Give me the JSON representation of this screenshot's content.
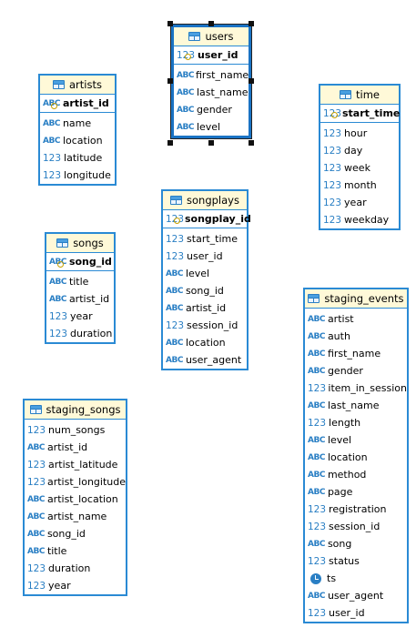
{
  "tables": {
    "users": {
      "title": "users",
      "pk": {
        "type": "123",
        "name": "user_id"
      },
      "columns": [
        {
          "type": "ABC",
          "name": "first_name"
        },
        {
          "type": "ABC",
          "name": "last_name"
        },
        {
          "type": "ABC",
          "name": "gender"
        },
        {
          "type": "ABC",
          "name": "level"
        }
      ]
    },
    "artists": {
      "title": "artists",
      "pk": {
        "type": "ABC",
        "name": "artist_id"
      },
      "columns": [
        {
          "type": "ABC",
          "name": "name"
        },
        {
          "type": "ABC",
          "name": "location"
        },
        {
          "type": "123",
          "name": "latitude"
        },
        {
          "type": "123",
          "name": "longitude"
        }
      ]
    },
    "time": {
      "title": "time",
      "pk": {
        "type": "123",
        "name": "start_time"
      },
      "columns": [
        {
          "type": "123",
          "name": "hour"
        },
        {
          "type": "123",
          "name": "day"
        },
        {
          "type": "123",
          "name": "week"
        },
        {
          "type": "123",
          "name": "month"
        },
        {
          "type": "123",
          "name": "year"
        },
        {
          "type": "123",
          "name": "weekday"
        }
      ]
    },
    "songplays": {
      "title": "songplays",
      "pk": {
        "type": "123",
        "name": "songplay_id"
      },
      "columns": [
        {
          "type": "123",
          "name": "start_time"
        },
        {
          "type": "123",
          "name": "user_id"
        },
        {
          "type": "ABC",
          "name": "level"
        },
        {
          "type": "ABC",
          "name": "song_id"
        },
        {
          "type": "ABC",
          "name": "artist_id"
        },
        {
          "type": "123",
          "name": "session_id"
        },
        {
          "type": "ABC",
          "name": "location"
        },
        {
          "type": "ABC",
          "name": "user_agent"
        }
      ]
    },
    "songs": {
      "title": "songs",
      "pk": {
        "type": "ABC",
        "name": "song_id"
      },
      "columns": [
        {
          "type": "ABC",
          "name": "title"
        },
        {
          "type": "ABC",
          "name": "artist_id"
        },
        {
          "type": "123",
          "name": "year"
        },
        {
          "type": "123",
          "name": "duration"
        }
      ]
    },
    "staging_events": {
      "title": "staging_events",
      "columns": [
        {
          "type": "ABC",
          "name": "artist"
        },
        {
          "type": "ABC",
          "name": "auth"
        },
        {
          "type": "ABC",
          "name": "first_name"
        },
        {
          "type": "ABC",
          "name": "gender"
        },
        {
          "type": "123",
          "name": "item_in_session"
        },
        {
          "type": "ABC",
          "name": "last_name"
        },
        {
          "type": "123",
          "name": "length"
        },
        {
          "type": "ABC",
          "name": "level"
        },
        {
          "type": "ABC",
          "name": "location"
        },
        {
          "type": "ABC",
          "name": "method"
        },
        {
          "type": "ABC",
          "name": "page"
        },
        {
          "type": "123",
          "name": "registration"
        },
        {
          "type": "123",
          "name": "session_id"
        },
        {
          "type": "ABC",
          "name": "song"
        },
        {
          "type": "123",
          "name": "status"
        },
        {
          "type": "clock",
          "name": "ts"
        },
        {
          "type": "ABC",
          "name": "user_agent"
        },
        {
          "type": "123",
          "name": "user_id"
        }
      ]
    },
    "staging_songs": {
      "title": "staging_songs",
      "columns": [
        {
          "type": "123",
          "name": "num_songs"
        },
        {
          "type": "ABC",
          "name": "artist_id"
        },
        {
          "type": "123",
          "name": "artist_latitude"
        },
        {
          "type": "123",
          "name": "artist_longitude"
        },
        {
          "type": "ABC",
          "name": "artist_location"
        },
        {
          "type": "ABC",
          "name": "artist_name"
        },
        {
          "type": "ABC",
          "name": "song_id"
        },
        {
          "type": "ABC",
          "name": "title"
        },
        {
          "type": "123",
          "name": "duration"
        },
        {
          "type": "123",
          "name": "year"
        }
      ]
    }
  },
  "colors": {
    "border": "#2a8ad4",
    "header_bg": "#fff9d8",
    "type_icon": "#2a7fc4",
    "key_icon": "#c9a200"
  }
}
